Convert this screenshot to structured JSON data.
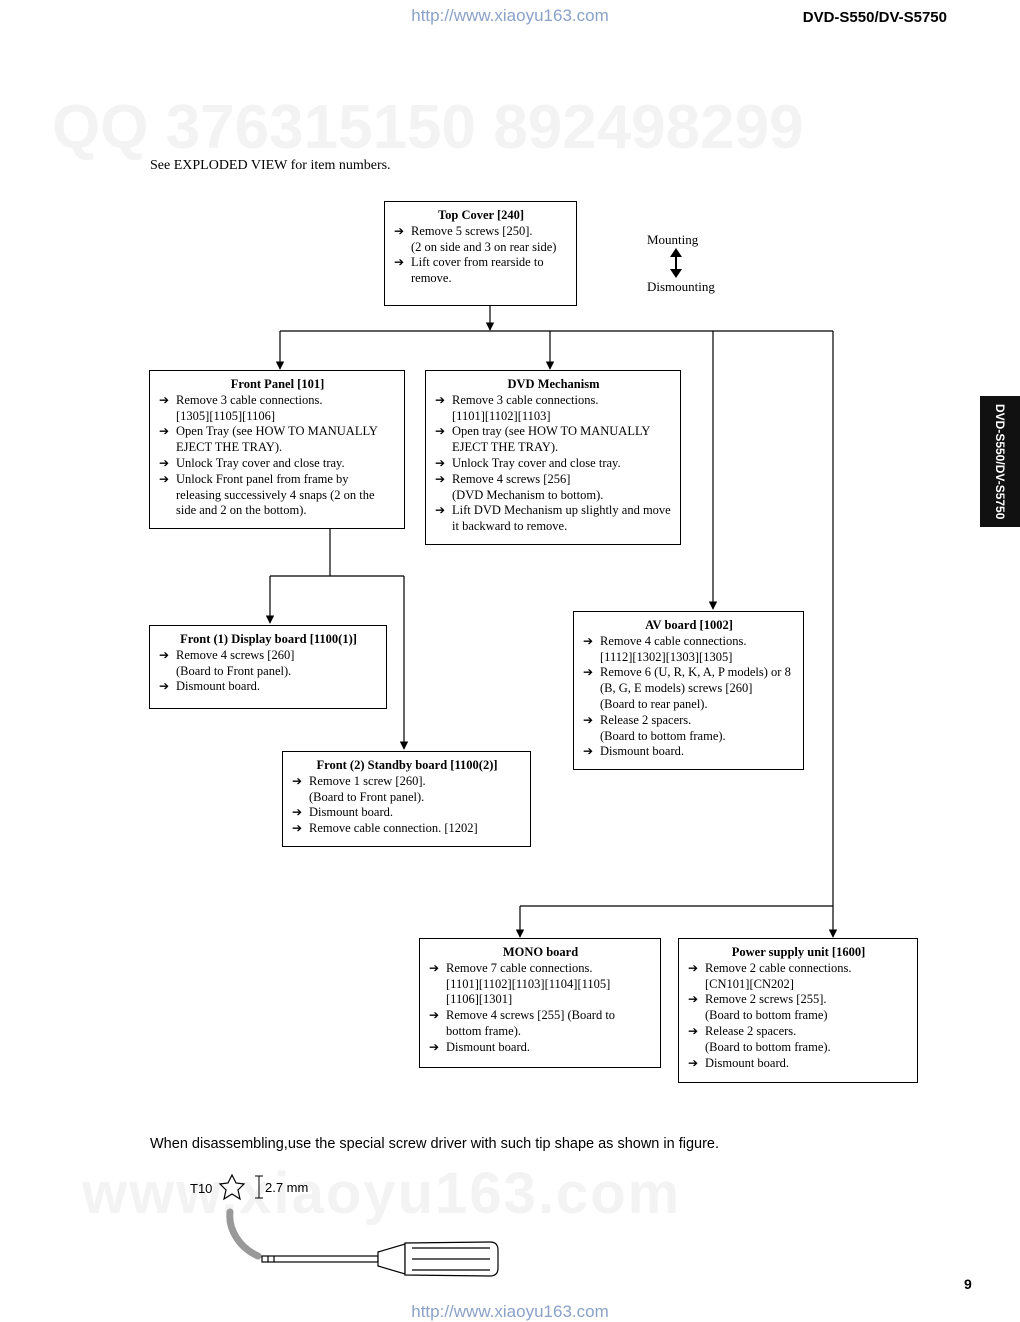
{
  "header": {
    "url_top": "http://www.xiaoyu163.com",
    "model": "DVD-S550/DV-S5750",
    "side_tab": "DVD-S550/DV-S5750"
  },
  "watermarks": {
    "qq_line": "QQ 376315150    892498299",
    "site_big": "www.xiaoyu163.com"
  },
  "intro_note": "See EXPLODED VIEW for item numbers.",
  "legend": {
    "mounting": "Mounting",
    "dismounting": "Dismounting"
  },
  "boxes": {
    "top_cover": {
      "title": "Top Cover [240]",
      "steps": [
        "Remove 5 screws [250].\n(2 on side and 3 on rear side)",
        "Lift cover from rearside to remove."
      ]
    },
    "front_panel": {
      "title": "Front Panel [101]",
      "steps": [
        "Remove 3 cable connections.\n[1305][1105][1106]",
        "Open Tray (see HOW TO MANUALLY EJECT THE TRAY).",
        "Unlock Tray cover and close tray.",
        "Unlock Front panel from frame by releasing successively 4 snaps (2 on the side and 2 on the bottom)."
      ]
    },
    "dvd_mechanism": {
      "title": "DVD Mechanism",
      "steps": [
        "Remove 3 cable connections.\n[1101][1102][1103]",
        "Open tray (see HOW TO MANUALLY EJECT THE TRAY).",
        "Unlock Tray cover and close tray.",
        "Remove 4 screws [256]\n(DVD Mechanism to bottom).",
        "Lift DVD Mechanism up slightly and move it backward to remove."
      ]
    },
    "front1_display": {
      "title": "Front (1) Display board [1100(1)]",
      "steps": [
        "Remove 4 screws [260]\n(Board to Front panel).",
        "Dismount board."
      ]
    },
    "av_board": {
      "title": "AV board [1002]",
      "steps": [
        "Remove 4 cable connections.\n[1112][1302][1303][1305]",
        "Remove 6 (U, R, K, A, P models) or 8 (B, G, E models) screws [260]\n(Board to rear panel).",
        "Release 2 spacers.\n(Board to bottom frame).",
        "Dismount board."
      ]
    },
    "front2_standby": {
      "title": "Front (2) Standby board [1100(2)]",
      "steps": [
        "Remove 1 screw [260].\n(Board to Front panel).",
        "Dismount board.",
        "Remove cable connection. [1202]"
      ]
    },
    "mono_board": {
      "title": "MONO board",
      "steps": [
        "Remove 7 cable connections.\n[1101][1102][1103][1104][1105]\n[1106][1301]",
        "Remove 4 screws [255] (Board to bottom frame).",
        "Dismount board."
      ]
    },
    "power_supply": {
      "title": "Power supply unit [1600]",
      "steps": [
        "Remove 2 cable connections.\n[CN101][CN202]",
        "Remove 2 screws [255].\n(Board to bottom frame)",
        "Release 2 spacers.\n(Board to bottom frame).",
        "Dismount board."
      ]
    }
  },
  "screwdriver": {
    "note": "When disassembling,use the special screw driver with such tip shape as shown in figure.",
    "tip_label": "T10",
    "dimension": "2.7 mm"
  },
  "footer": {
    "page_number": "9",
    "url_bottom": "http://www.xiaoyu163.com"
  }
}
